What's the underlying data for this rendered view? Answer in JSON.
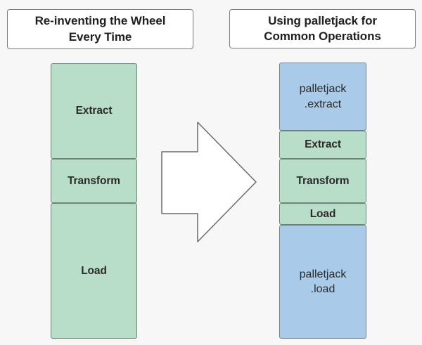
{
  "diagram": {
    "background_color": "#f7f7f7",
    "title_left": {
      "line1": "Re-inventing the Wheel",
      "line2": "Every Time"
    },
    "title_right": {
      "line1": "Using palletjack for",
      "line2": "Common Operations"
    },
    "colors": {
      "green_fill": "#b8ddc8",
      "green_stroke": "#6f8279",
      "blue_fill": "#a9cae9",
      "blue_stroke": "#74808c",
      "box_fill": "#ffffff",
      "box_stroke": "#7a7a7a",
      "text": "#2b2b2b",
      "title_text": "#1f1f1f"
    },
    "left_stack": {
      "name": "manual-etl-stack",
      "blocks": [
        {
          "label": "Extract",
          "fill": "green"
        },
        {
          "label": "Transform",
          "fill": "green"
        },
        {
          "label": "Load",
          "fill": "green"
        }
      ]
    },
    "right_stack": {
      "name": "palletjack-etl-stack",
      "blocks": [
        {
          "label": "palletjack\n.extract",
          "fill": "blue"
        },
        {
          "label": "Extract",
          "fill": "green"
        },
        {
          "label": "Transform",
          "fill": "green"
        },
        {
          "label": "Load",
          "fill": "green"
        },
        {
          "label": "palletjack\n.load",
          "fill": "blue"
        }
      ]
    },
    "arrow": {
      "name": "right-arrow",
      "direction": "right",
      "fill": "#ffffff",
      "stroke": "#6b6b6b"
    }
  }
}
